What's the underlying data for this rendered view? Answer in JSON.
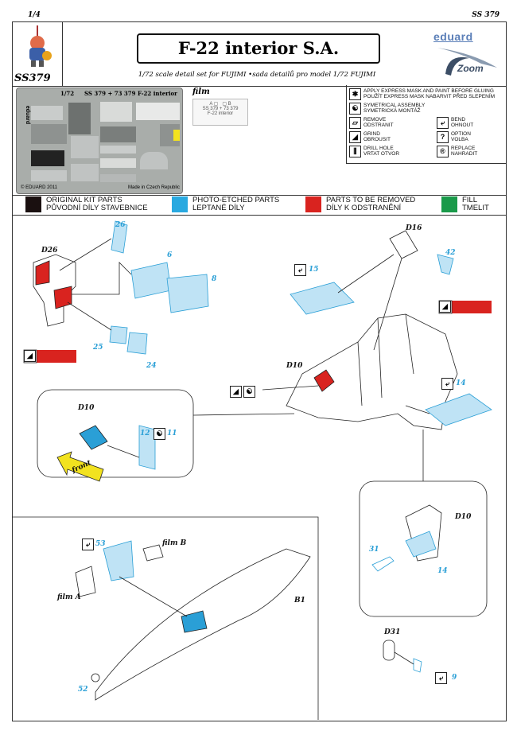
{
  "header": {
    "page": "1/4",
    "code_right": "SS 379",
    "code_left": "SS379",
    "title": "F-22 interior S.A.",
    "subtitle": "1/72 scale detail set for FUJIMI •sada detailů pro model 1/72 FUJIMI",
    "brand": "eduard",
    "brand_sub": "Zoom"
  },
  "fret": {
    "scale": "1/72",
    "title": "SS 379 + 73 379  F-22 interior",
    "copyright": "© EDUARD 2011",
    "made_in": "Made in Czech Republic",
    "brand": "eduard"
  },
  "film": {
    "label": "film",
    "code": "SS 379 + 73 379",
    "name": "F-22 interior",
    "a": "A",
    "b": "B"
  },
  "symbols": [
    {
      "icon": "mask-star-icon",
      "glyph": "✱",
      "en": "APPLY EXPRESS MASK AND PAINT BEFORE GLUING",
      "cz": "POUŽÍT EXPRESS MASK NABARVIT PŘED SLEPENÍM"
    },
    {
      "icon": "symmetrical-icon",
      "glyph": "☯",
      "en": "SYMETRICAL ASSEMBLY",
      "cz": "SYMETRICKÁ MONTÁŽ"
    },
    {
      "icon": "remove-icon",
      "glyph": "▱",
      "en": "REMOVE",
      "cz": "ODSTRANIT"
    },
    {
      "icon": "bend-icon",
      "glyph": "⤶",
      "en": "BEND",
      "cz": "OHNOUT"
    },
    {
      "icon": "grind-icon",
      "glyph": "◢",
      "en": "GRIND",
      "cz": "OBROUSIT"
    },
    {
      "icon": "option-icon",
      "glyph": "?",
      "en": "OPTION",
      "cz": "VOLBA"
    },
    {
      "icon": "drill-icon",
      "glyph": "⫼",
      "en": "DRILL HOLE",
      "cz": "VRTAT OTVOR"
    },
    {
      "icon": "replace-icon",
      "glyph": "®",
      "en": "REPLACE",
      "cz": "NAHRADIT"
    }
  ],
  "colors_legend": [
    {
      "color": "#1a1010",
      "en": "ORIGINAL KIT PARTS",
      "cz": "PŮVODNÍ DÍLY STAVEBNICE"
    },
    {
      "color": "#29a9e0",
      "en": "PHOTO-ETCHED PARTS",
      "cz": "LEPTANÉ DÍLY"
    },
    {
      "color": "#d9231f",
      "en": "PARTS TO BE REMOVED",
      "cz": "DÍLY K ODSTRANĚNÍ"
    },
    {
      "color": "#1a9a4a",
      "en": "FILL",
      "cz": "TMELIT"
    }
  ],
  "diagram": {
    "parts": [
      "26",
      "D26",
      "6",
      "8",
      "25",
      "24",
      "D16",
      "42",
      "15",
      "D10",
      "14",
      "D10",
      "12",
      "11",
      "front",
      "53",
      "film B",
      "film A",
      "B1",
      "52",
      "D10",
      "31",
      "14",
      "D31",
      "9"
    ]
  }
}
